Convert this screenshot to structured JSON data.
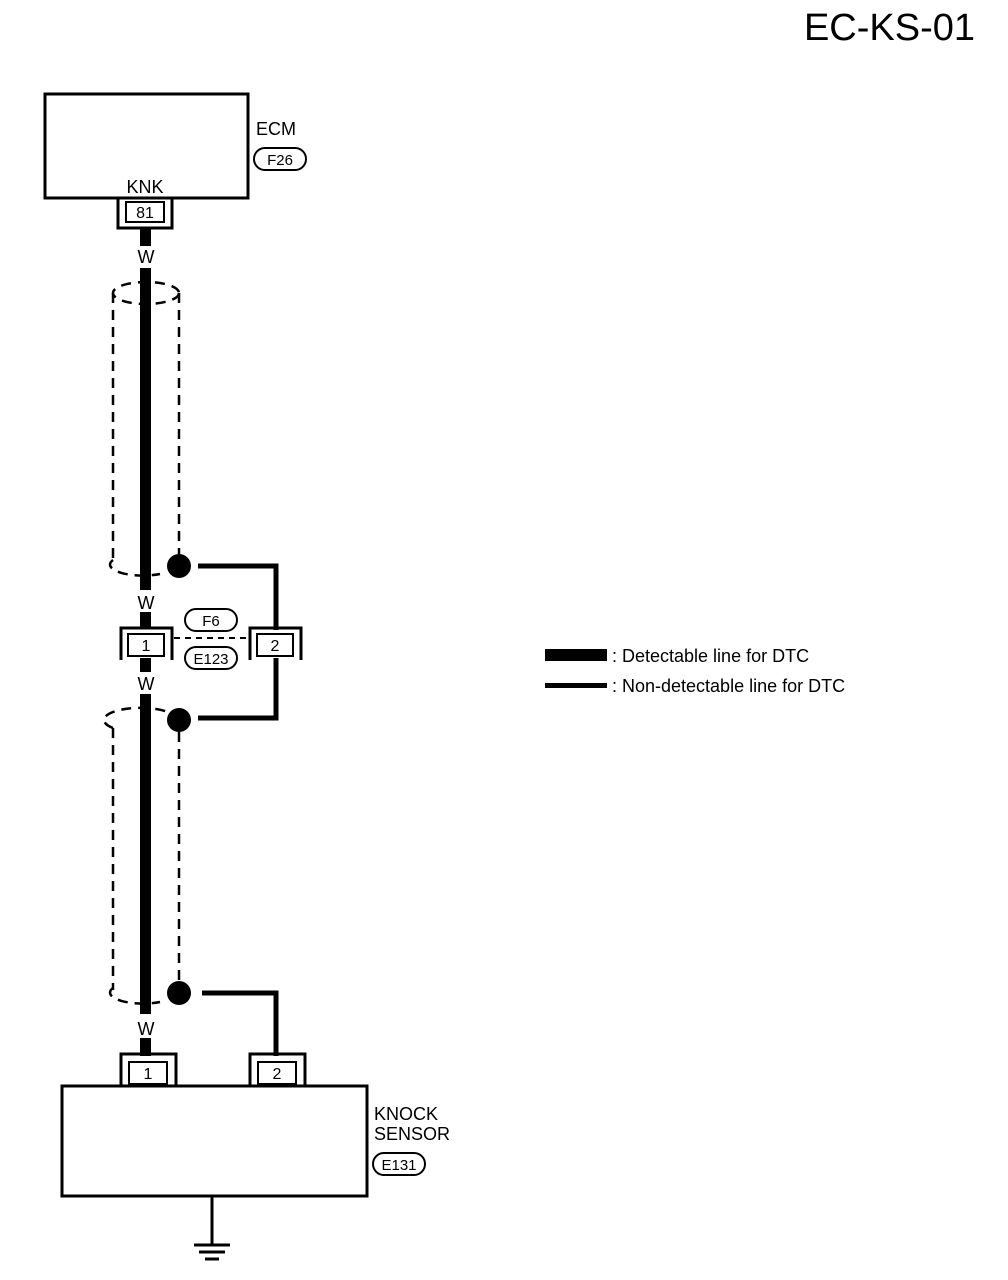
{
  "page_code": "EC-KS-01",
  "ecm": {
    "name": "ECM",
    "connector": "F26",
    "terminal_name": "KNK",
    "terminal_pin": "81"
  },
  "wire_color": "W",
  "wire_labels": [
    "W",
    "W",
    "W",
    "W"
  ],
  "joint_connector": {
    "top": "F6",
    "bottom": "E123",
    "pin_signal": "1",
    "pin_shield": "2"
  },
  "knock_sensor": {
    "name_line1": "KNOCK",
    "name_line2": "SENSOR",
    "connector": "E131",
    "pin_signal": "1",
    "pin_shield": "2"
  },
  "legend": [
    {
      "style": "thick",
      "label": ": Detectable line for DTC"
    },
    {
      "style": "thin",
      "label": ": Non-detectable line for DTC"
    }
  ]
}
